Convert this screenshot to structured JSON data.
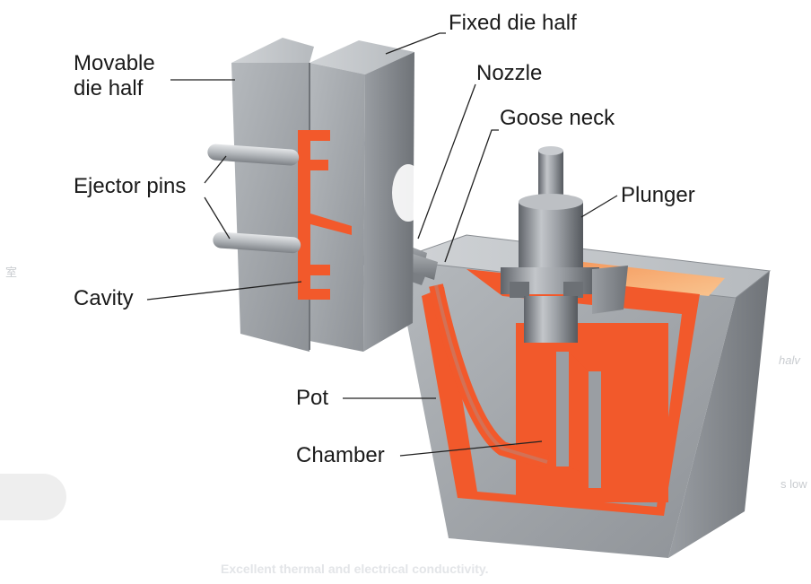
{
  "labels": {
    "fixed_die_half": "Fixed die half",
    "movable_die_half": "Movable\ndie half",
    "nozzle": "Nozzle",
    "goose_neck": "Goose neck",
    "plunger": "Plunger",
    "ejector_pins": "Ejector pins",
    "cavity": "Cavity",
    "pot": "Pot",
    "chamber": "Chamber"
  },
  "background_fragments": {
    "left_char": "室",
    "right_top": "halv",
    "right_bottom": "s low",
    "bottom": "Excellent thermal and electrical conductivity."
  },
  "colors": {
    "metal": "#a4a8ac",
    "metal_dark": "#7d8186",
    "molten": "#f2592b",
    "molten_surface": "#f7b07a",
    "leader": "#222222"
  }
}
